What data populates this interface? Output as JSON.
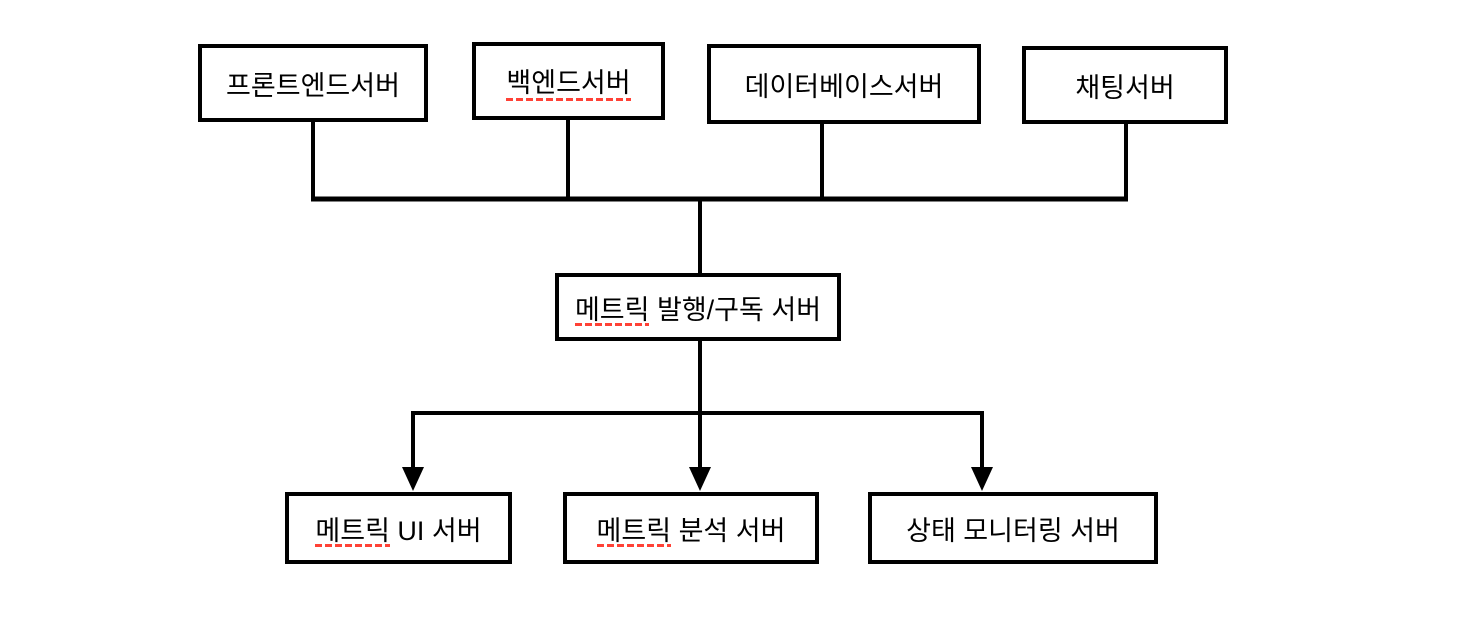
{
  "diagram": {
    "colors": {
      "line": "#000000",
      "box_border": "#000000",
      "background": "#ffffff",
      "spellcheck_underline": "#ff4136"
    },
    "top_row": [
      {
        "label": "프론트엔드서버"
      },
      {
        "label": "백엔드서버",
        "spellchecked": true
      },
      {
        "label": "데이터베이스서버"
      },
      {
        "label": "채팅서버"
      }
    ],
    "hub": {
      "misspelled": "메트릭",
      "rest": " 발행/구독 서버"
    },
    "bottom_row": [
      {
        "misspelled": "메트릭",
        "rest": " UI 서버"
      },
      {
        "misspelled": "메트릭",
        "rest": " 분석 서버"
      },
      {
        "label": "상태 모니터링 서버"
      }
    ]
  }
}
